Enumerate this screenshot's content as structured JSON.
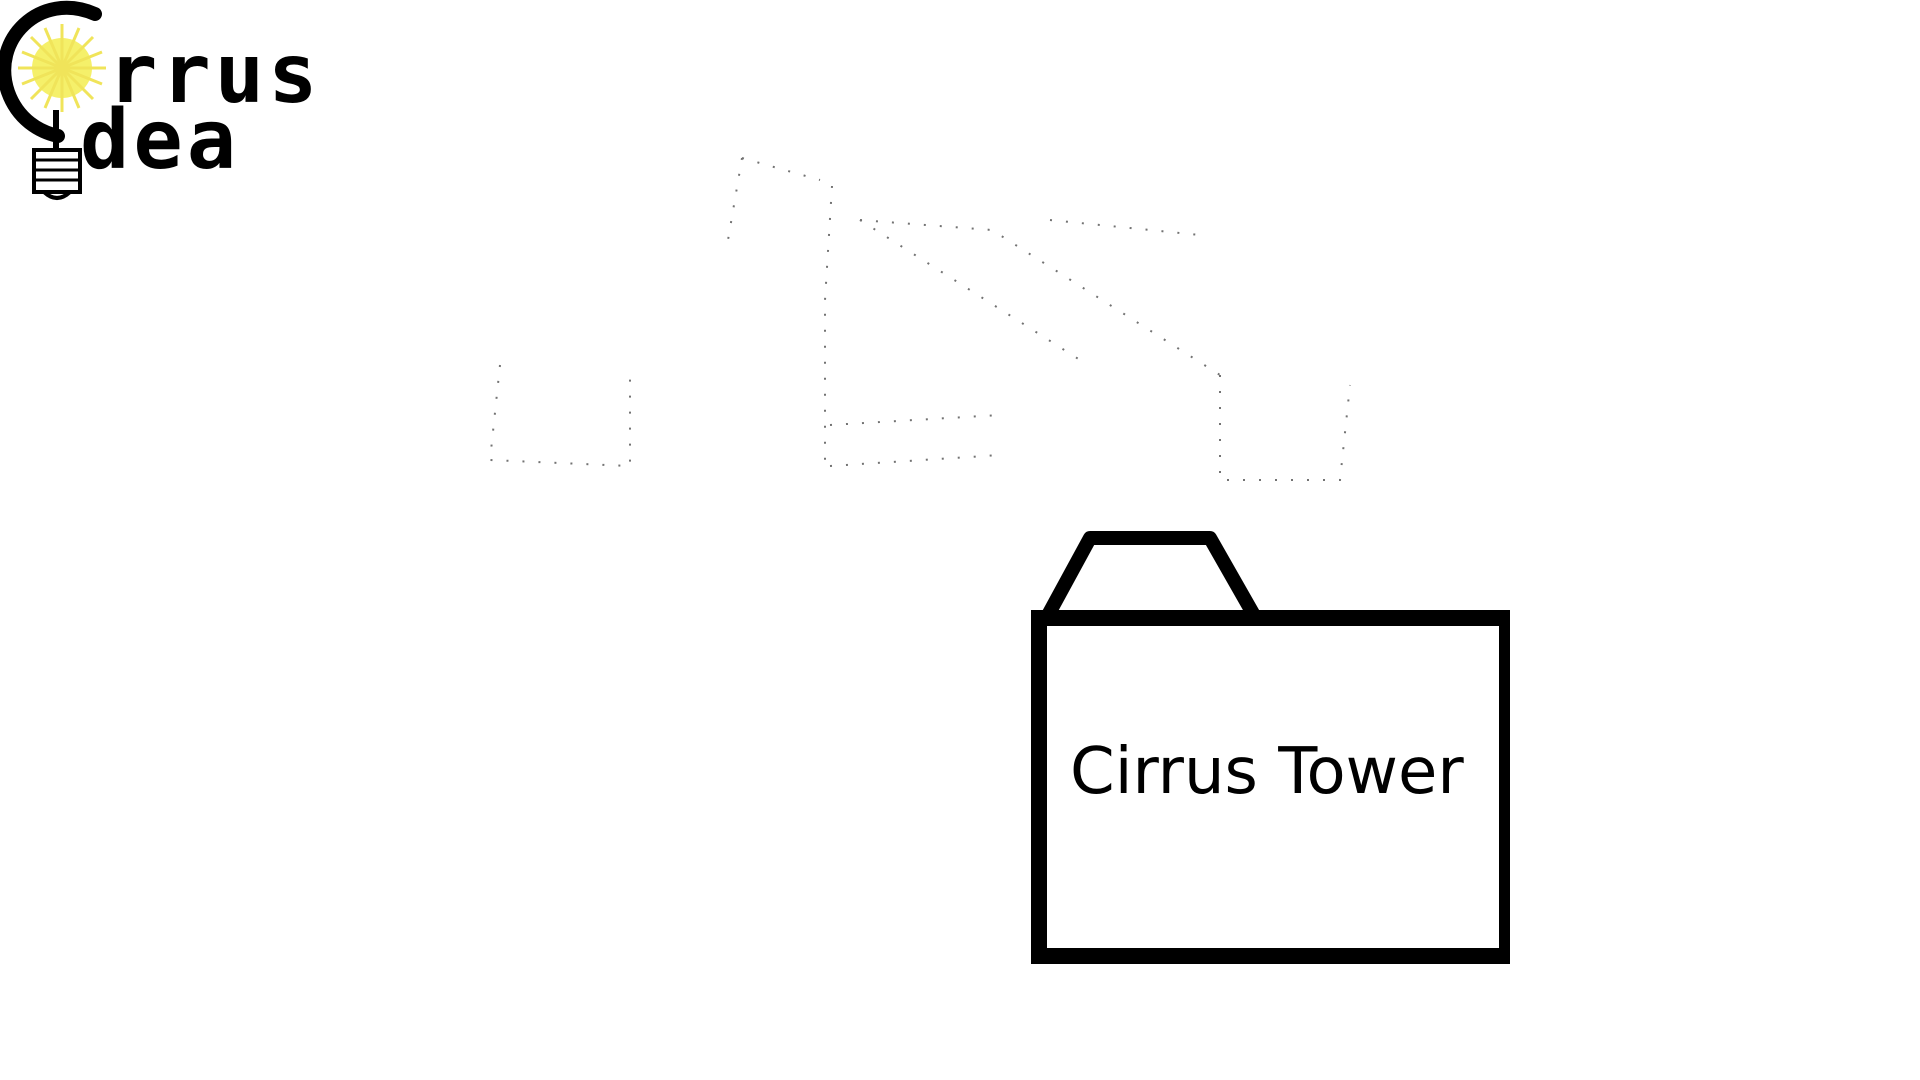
{
  "logo": {
    "line1": "rrus",
    "line2": "dea",
    "icon": "lightbulb-icon",
    "colors": {
      "ink": "#000000",
      "sun": "#f5f06a"
    }
  },
  "folder": {
    "label": "Cirrus Tower",
    "icon": "folder-icon",
    "stroke_color": "#000000",
    "fill_color": "#ffffff"
  }
}
